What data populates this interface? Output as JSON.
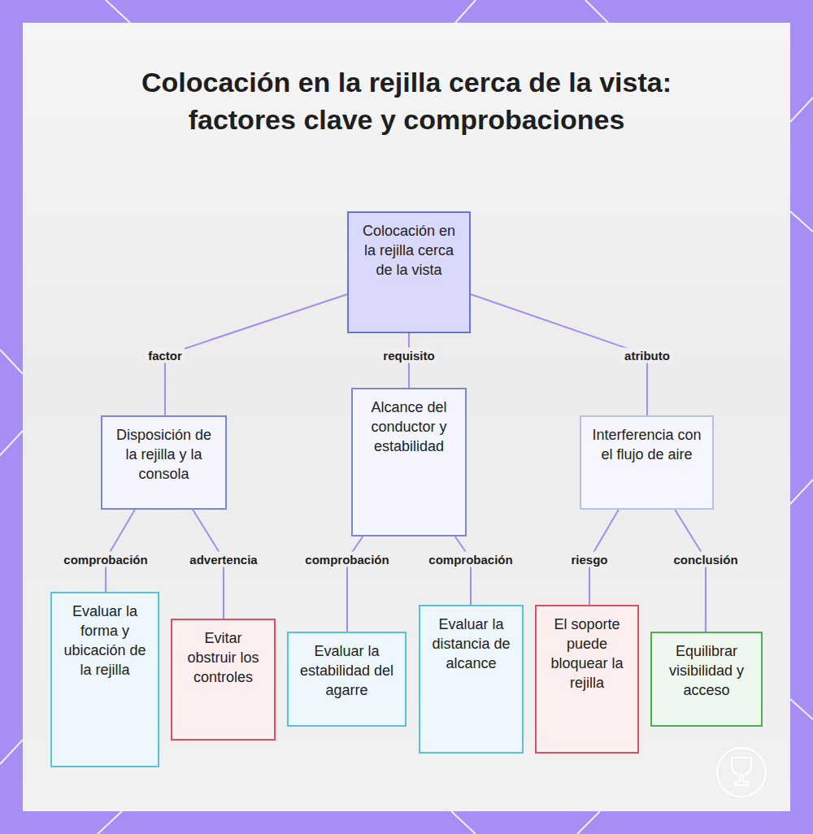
{
  "diagram": {
    "title": "Colocación en la rejilla cerca de la vista: factores clave y comprobaciones",
    "nodes": [
      {
        "text": [
          "Colocación en la rejilla cerca de la vista"
        ]
      },
      {
        "text": [
          "Disposición de la rejilla y la consola"
        ]
      },
      {
        "text": [
          "Alcance del conductor y estabilidad"
        ]
      },
      {
        "text": [
          "Interferencia con el flujo de aire"
        ]
      },
      {
        "text": [
          "Evaluar la forma y ubicación de la rejilla"
        ]
      },
      {
        "text": [
          "Evitar obstruir los controles"
        ]
      },
      {
        "text": [
          "Evaluar la estabilidad del agarre"
        ]
      },
      {
        "text": [
          "Evaluar la distancia de alcance"
        ]
      },
      {
        "text": [
          "El soporte puede bloquear la rejilla"
        ]
      },
      {
        "text": [
          "Equilibrar visibilidad y acceso"
        ]
      }
    ],
    "edges": [
      {
        "from": 0,
        "to": 1,
        "label": "factor",
        "arrow": "none"
      },
      {
        "from": 0,
        "to": 2,
        "label": "requisito",
        "arrow": "none"
      },
      {
        "from": 0,
        "to": 3,
        "label": "atributo",
        "arrow": "none"
      },
      {
        "from": 1,
        "to": 4,
        "label": "comprobación",
        "arrow": "none"
      },
      {
        "from": 1,
        "to": 5,
        "label": "advertencia",
        "arrow": "none"
      },
      {
        "from": 2,
        "to": 6,
        "label": "comprobación",
        "arrow": "none"
      },
      {
        "from": 2,
        "to": 7,
        "label": "comprobación",
        "arrow": "none"
      },
      {
        "from": 3,
        "to": 8,
        "label": "riesgo",
        "arrow": "none"
      },
      {
        "from": 3,
        "to": 9,
        "label": "conclusión",
        "arrow": "none"
      }
    ]
  }
}
